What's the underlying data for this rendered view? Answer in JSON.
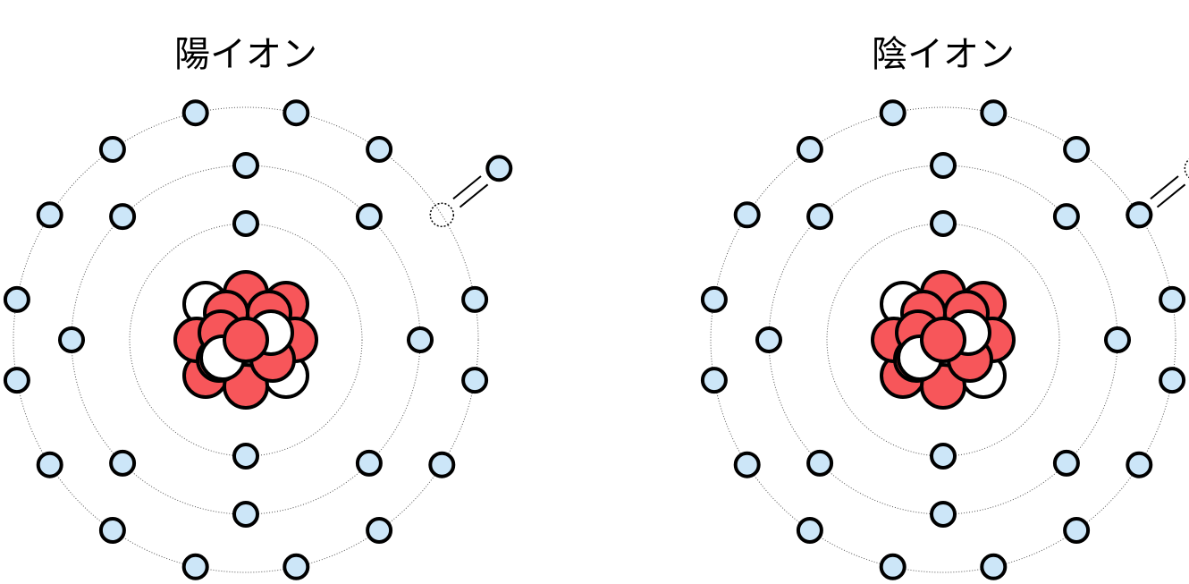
{
  "diagrams": [
    {
      "id": "cation",
      "title": "陽イオン",
      "electron_motion": "outgoing"
    },
    {
      "id": "anion",
      "title": "陰イオン",
      "electron_motion": "incoming"
    }
  ],
  "colors": {
    "electron_fill": "#cce6f8",
    "proton_fill": "#f7565a",
    "neutron_fill": "#ffffff",
    "outline": "#000000"
  },
  "shell_electron_counts": [
    2,
    8,
    16
  ]
}
